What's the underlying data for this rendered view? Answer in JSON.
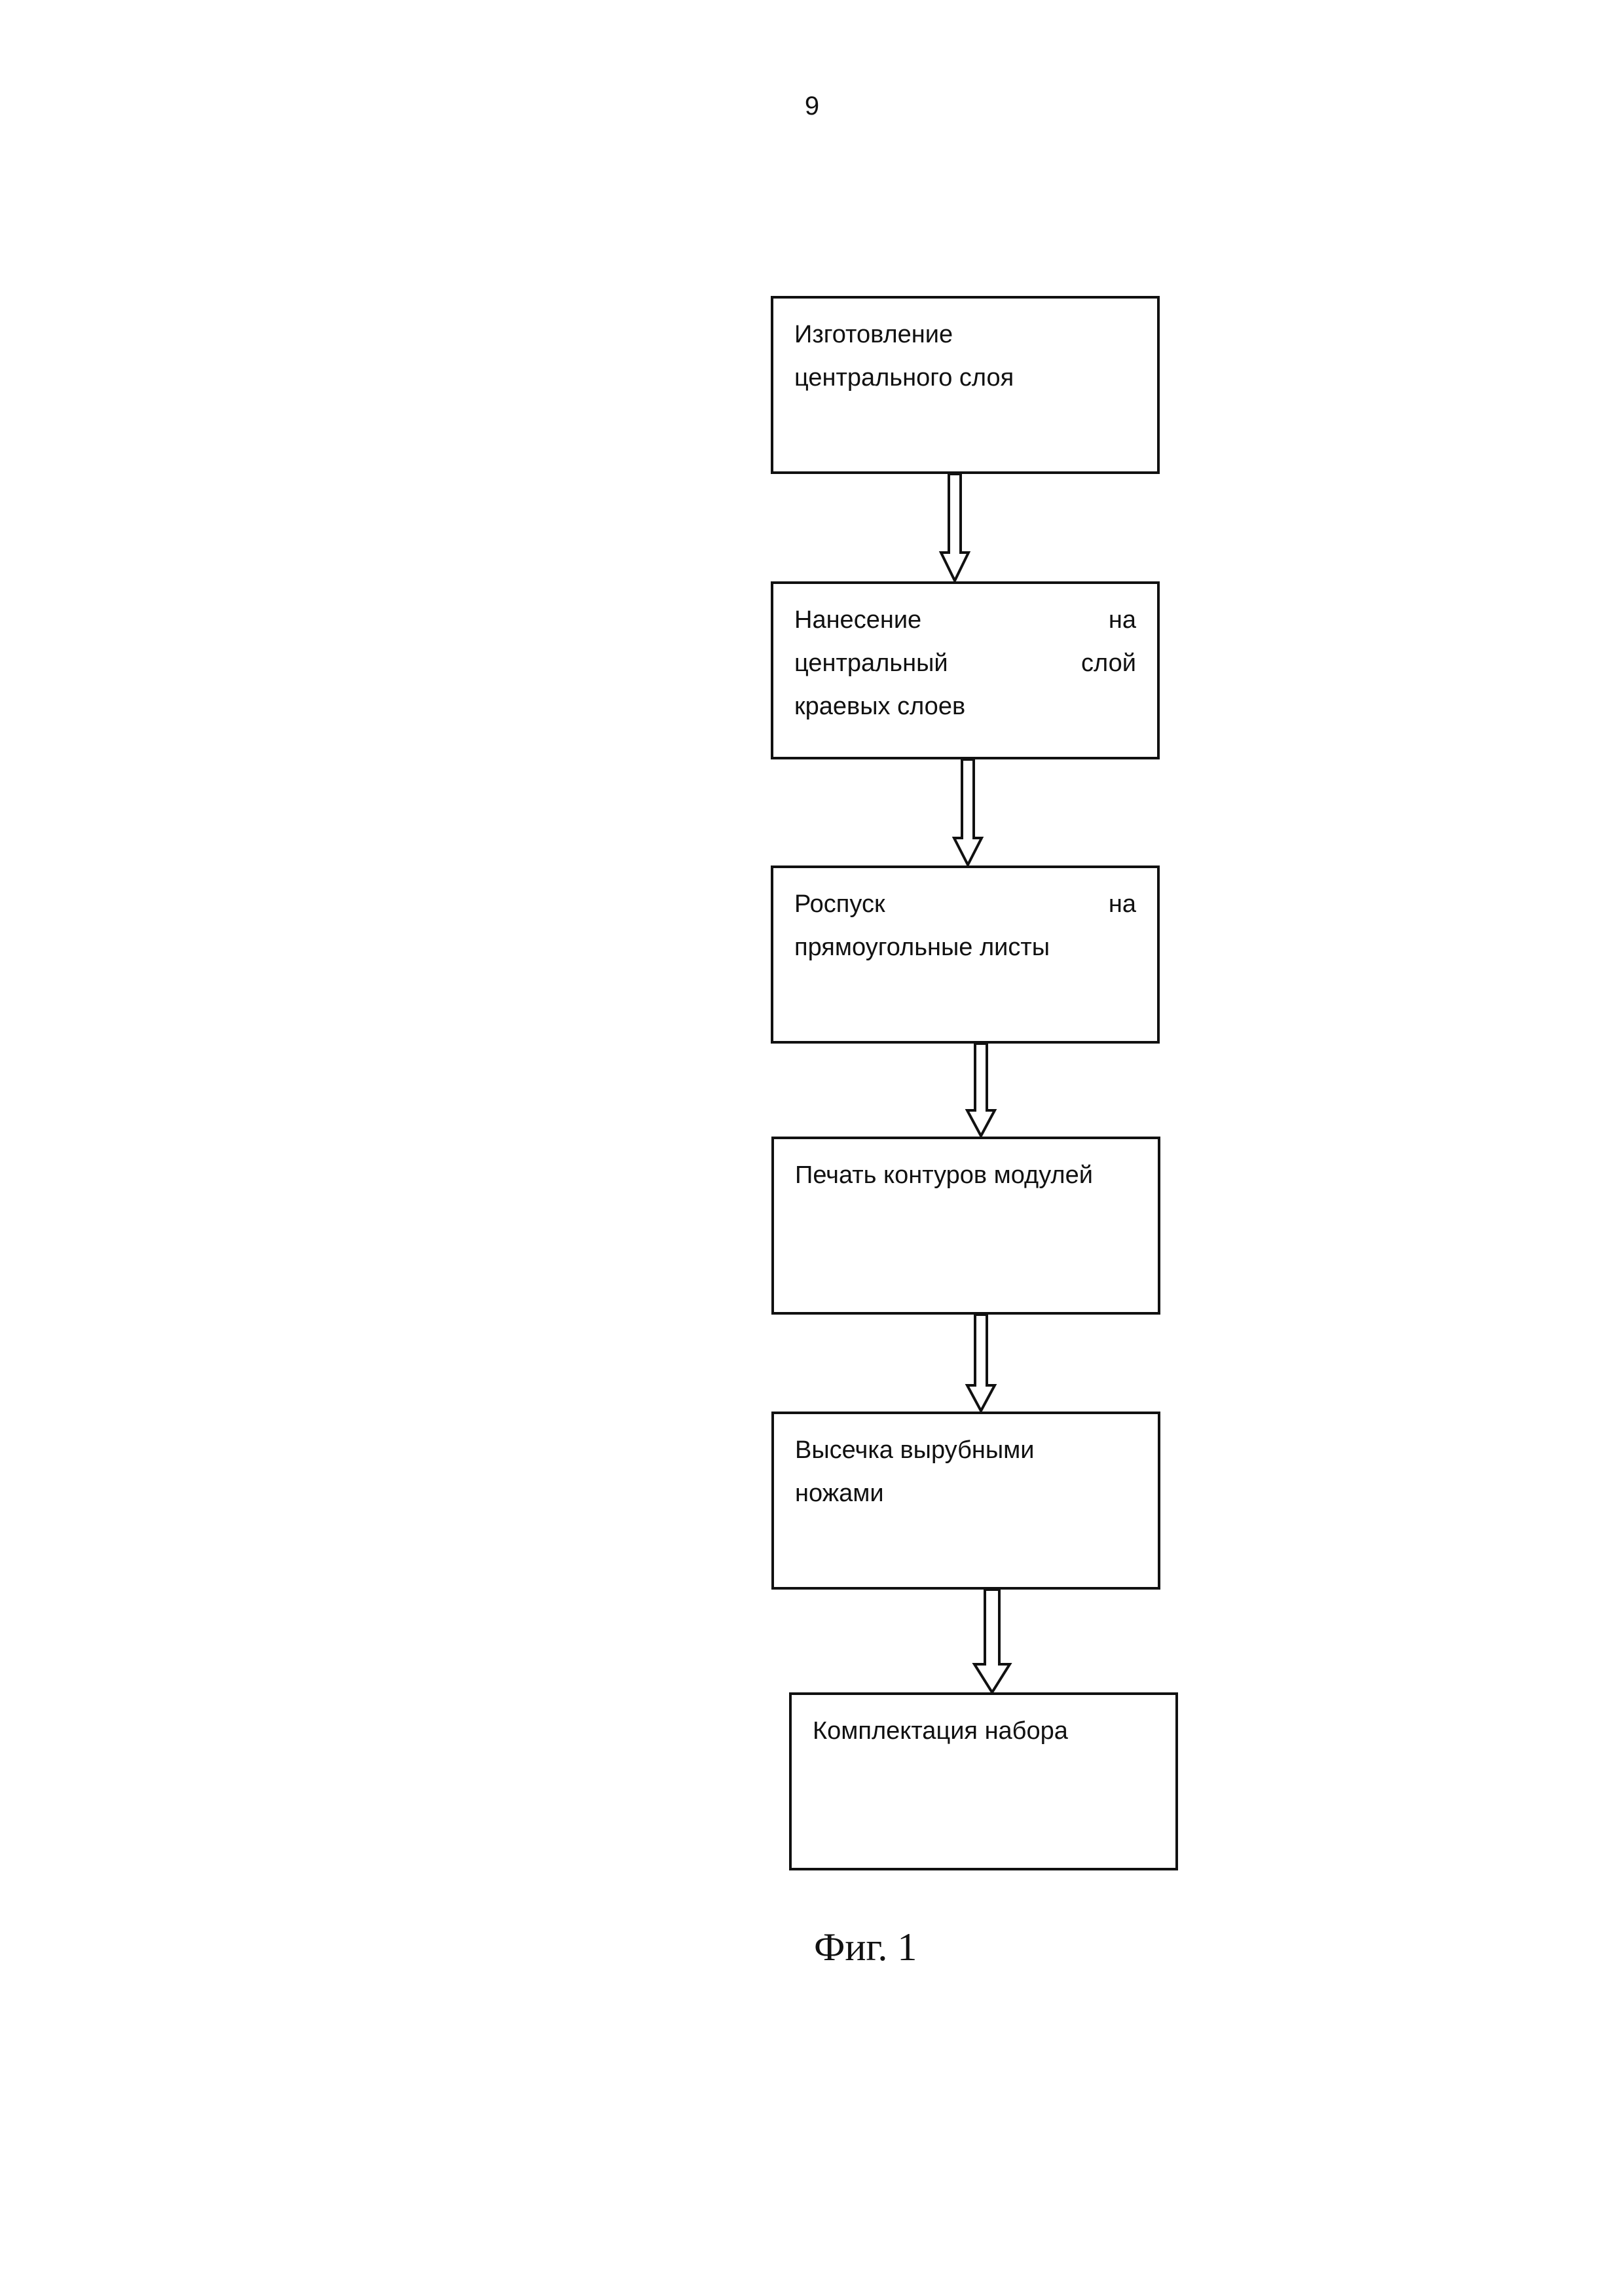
{
  "page_number": "9",
  "flowchart": {
    "steps": [
      {
        "lines": [
          "Изготовление",
          "центрального слоя"
        ]
      },
      {
        "lines": [
          [
            "Нанесение",
            "на"
          ],
          [
            "центральный",
            "слой"
          ],
          "краевых слоев"
        ]
      },
      {
        "lines": [
          [
            "Роспуск",
            "на"
          ],
          "прямоугольные листы"
        ]
      },
      {
        "lines": [
          "Печать контуров модулей"
        ]
      },
      {
        "lines": [
          "Высечка вырубными",
          "ножами"
        ]
      },
      {
        "lines": [
          "Комплектация набора"
        ]
      }
    ]
  },
  "caption": "Фиг. 1"
}
